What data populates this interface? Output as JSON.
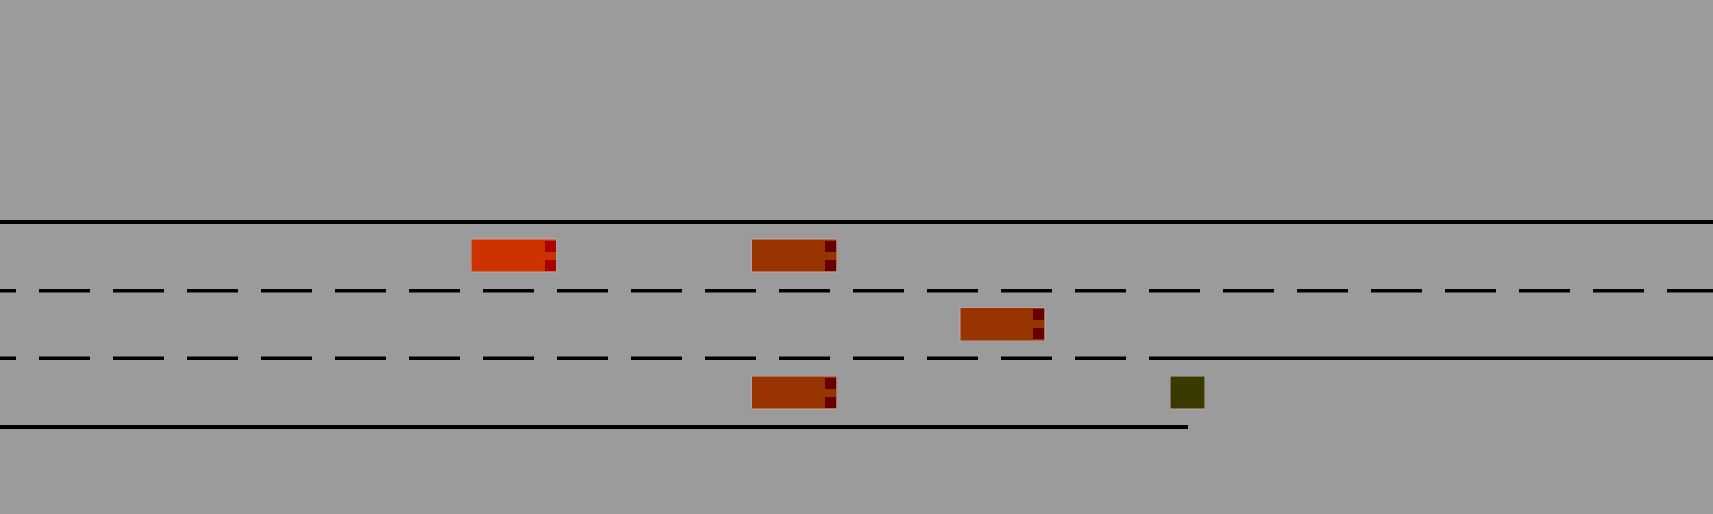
{
  "scene": {
    "background": "#9b9b9b",
    "line_color": "#000000"
  },
  "lanes": [
    {
      "index": 0,
      "boundary_above": "solid",
      "boundary_below": "dashed"
    },
    {
      "index": 1,
      "boundary_above": "dashed",
      "boundary_below": "dashed-then-solid"
    },
    {
      "index": 2,
      "boundary_above": "dashed-then-solid",
      "boundary_below": "solid-ends-at-merge"
    }
  ],
  "vehicles": [
    {
      "id": "ego",
      "role": "ego-car",
      "lane": 0,
      "color": "#cc3300",
      "light_color": "#aa0000"
    },
    {
      "id": "car-1",
      "role": "traffic-car",
      "lane": 0,
      "color": "#993300",
      "light_color": "#660000"
    },
    {
      "id": "car-2",
      "role": "traffic-car",
      "lane": 1,
      "color": "#993300",
      "light_color": "#660000"
    },
    {
      "id": "car-3",
      "role": "traffic-car",
      "lane": 2,
      "color": "#993300",
      "light_color": "#660000"
    }
  ],
  "obstacles": [
    {
      "id": "lane-end-block",
      "lane": 2,
      "color": "#3a3a00"
    }
  ]
}
